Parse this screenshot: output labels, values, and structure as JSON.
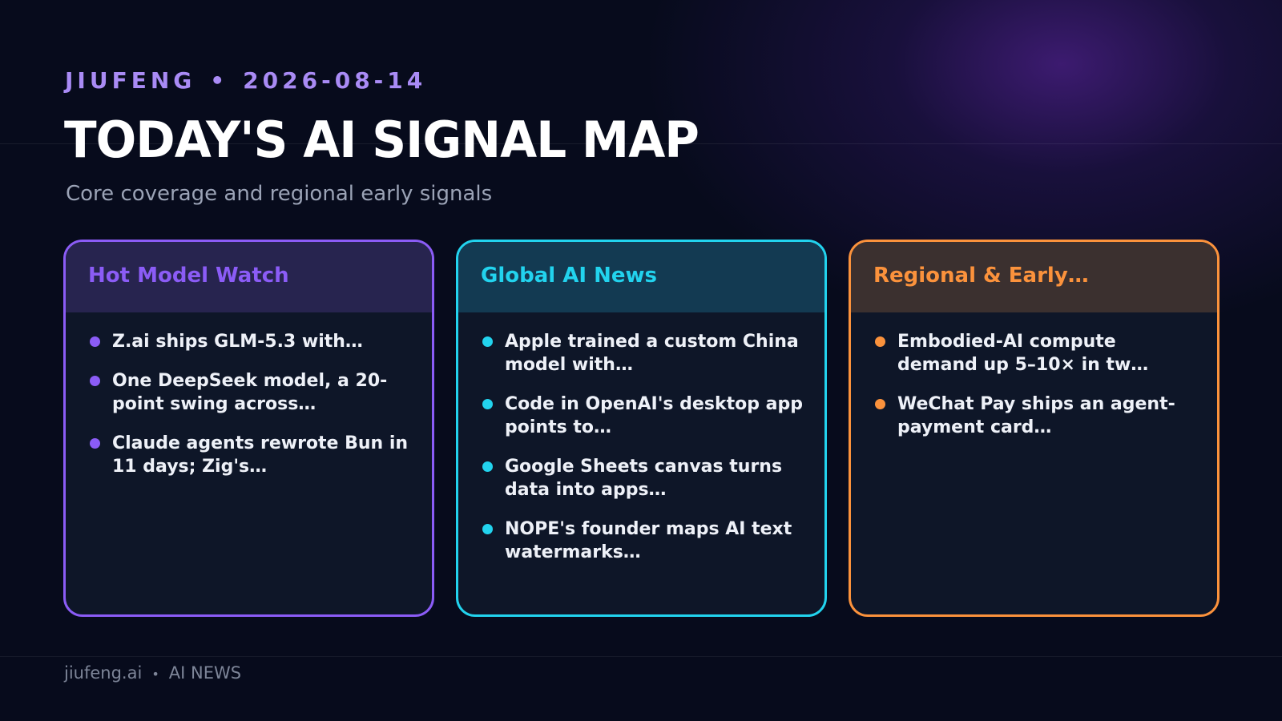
{
  "header": {
    "brand": "JIUFENG",
    "separator": "•",
    "date": "2026-08-14",
    "title": "TODAY'S AI SIGNAL MAP",
    "subtitle": "Core coverage and regional early signals"
  },
  "cards": [
    {
      "title": "Hot Model Watch",
      "accent": "#8b5cf6",
      "head_bg": "#27244f",
      "items": [
        "Z.ai ships GLM-5.3 with…",
        "One DeepSeek model, a 20-point swing across…",
        "Claude agents rewrote Bun in 11 days; Zig's…"
      ]
    },
    {
      "title": "Global AI News",
      "accent": "#22d3ee",
      "head_bg": "#133a52",
      "items": [
        "Apple trained a custom China model with…",
        "Code in OpenAI's desktop app points to…",
        "Google Sheets canvas turns data into apps…",
        "NOPE's founder maps AI text watermarks…"
      ]
    },
    {
      "title": "Regional & Early…",
      "accent": "#fb923c",
      "head_bg": "#3b302f",
      "items": [
        "Embodied-AI compute demand up 5–10× in tw…",
        "WeChat Pay ships an agent-payment card…"
      ]
    }
  ],
  "footer": {
    "site": "jiufeng.ai",
    "separator": "•",
    "section": "AI NEWS"
  }
}
